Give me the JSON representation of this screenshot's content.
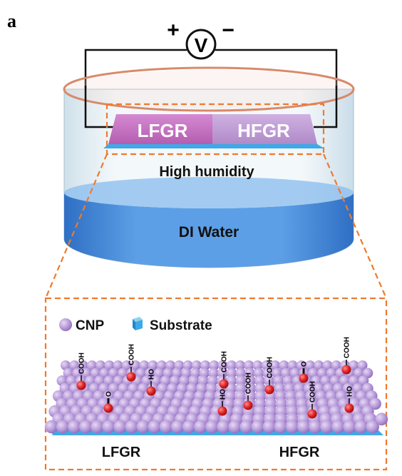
{
  "figure": {
    "panel_label": "a",
    "voltmeter": {
      "symbol": "V",
      "positive": "+",
      "negative": "−"
    },
    "electrode_left": "LFGR",
    "electrode_right": "HFGR",
    "humidity_label": "High humidity",
    "water_label": "DI Water",
    "legend": {
      "particle_label": "CNP",
      "substrate_label": "Substrate"
    },
    "groups": {
      "carboxyl": "COOH",
      "hydroxyl": "HO",
      "carbonyl": "O"
    },
    "bottom_left_label": "LFGR",
    "bottom_right_label": "HFGR",
    "colors": {
      "electrode_left": "#c86cc0",
      "electrode_right": "#c29bd6",
      "water": "#3f86d6",
      "particle": "#b79ad9",
      "oxygen": "#d61e1e",
      "substrate": "#3fa9e8",
      "dashed_border": "#ee7a2f",
      "rim": "#d98a6a"
    }
  }
}
